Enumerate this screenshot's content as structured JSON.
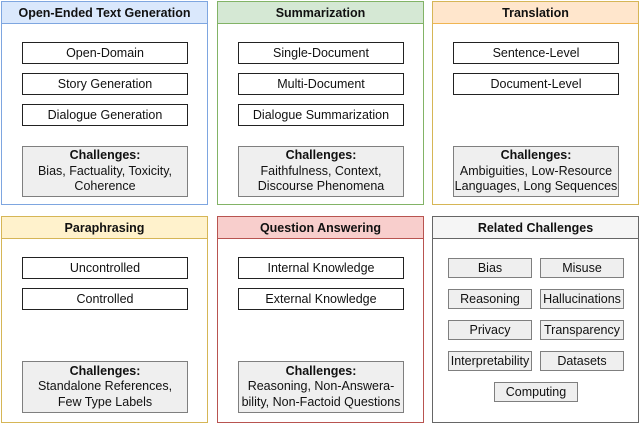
{
  "panels": {
    "open_ended": {
      "title": "Open-Ended Text Generation",
      "items": [
        "Open-Domain",
        "Story Generation",
        "Dialogue Generation"
      ],
      "challenges_title": "Challenges:",
      "challenges_lines": [
        "Bias, Factuality, Toxicity,",
        "Coherence"
      ]
    },
    "summarization": {
      "title": "Summarization",
      "items": [
        "Single-Document",
        "Multi-Document",
        "Dialogue Summarization"
      ],
      "challenges_title": "Challenges:",
      "challenges_lines": [
        "Faithfulness, Context,",
        "Discourse Phenomena"
      ]
    },
    "translation": {
      "title": "Translation",
      "items": [
        "Sentence-Level",
        "Document-Level"
      ],
      "challenges_title": "Challenges:",
      "challenges_lines": [
        "Ambiguities, Low-Resource",
        "Languages, Long Sequences"
      ]
    },
    "paraphrasing": {
      "title": "Paraphrasing",
      "items": [
        "Uncontrolled",
        "Controlled"
      ],
      "challenges_title": "Challenges:",
      "challenges_lines": [
        "Standalone References,",
        "Few Type Labels"
      ]
    },
    "qa": {
      "title": "Question Answering",
      "items": [
        "Internal Knowledge",
        "External Knowledge"
      ],
      "challenges_title": "Challenges:",
      "challenges_lines": [
        "Reasoning, Non-Answera-",
        "bility, Non-Factoid Questions"
      ]
    },
    "related": {
      "title": "Related Challenges",
      "items": [
        "Bias",
        "Misuse",
        "Reasoning",
        "Hallucinations",
        "Privacy",
        "Transparency",
        "Interpretability",
        "Datasets",
        "Computing"
      ]
    }
  },
  "colors": {
    "blue_header": "#dae8fc",
    "green_header": "#d5e8d4",
    "orange_header": "#ffe6cc",
    "yellow_header": "#fff2cc",
    "red_header": "#f8cecc",
    "gray_header": "#f5f5f5",
    "challenge_fill": "#efefef"
  }
}
